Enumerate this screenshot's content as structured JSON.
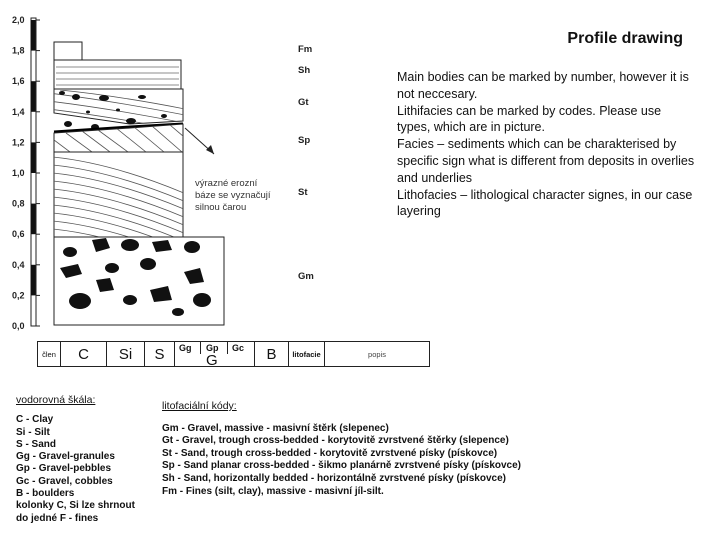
{
  "title": "Profile drawing",
  "notes": [
    "Main bodies can be marked by number, however it is not neccesary.",
    "Lithifacies  can be marked by codes. Please use types, which are in picture.",
    "Facies – sediments which can be charakterised by specific sign what is different from deposits in overlies and underlies",
    "Lithofacies – lithological character signes, in our case layering"
  ],
  "axis": {
    "ticks": [
      "2,0",
      "1,8",
      "1,6",
      "1,4",
      "1,2",
      "1,0",
      "0,8",
      "0,6",
      "0,4",
      "0,2",
      "0,0"
    ]
  },
  "facies_codes": [
    "Fm",
    "Sh",
    "Gt",
    "Sp",
    "St",
    "Gm"
  ],
  "annotation": [
    "výrazné erozní",
    "báze se vyznačují",
    "silnou čarou"
  ],
  "grain_bar": {
    "label": "člen",
    "columns": [
      "C",
      "Si",
      "S",
      "Gg",
      "Gp",
      "Gc",
      "G",
      "B"
    ],
    "litofacie": "litofacie",
    "popis": "popis"
  },
  "left_legend": {
    "header": "vodorovná škála:",
    "lines": [
      "C - Clay",
      "Si - Silt",
      "S - Sand",
      "Gg - Gravel-granules",
      "Gp - Gravel-pebbles",
      "Gc - Gravel, cobbles",
      "B - boulders",
      "kolonky C, Si lze shrnout",
      "do jedné F - fines"
    ]
  },
  "right_legend": {
    "header": "litofaciální kódy:",
    "lines": [
      "Gm - Gravel, massive - masivní štěrk (slepenec)",
      "Gt - Gravel, trough cross-bedded - korytovitě zvrstvené štěrky (slepence)",
      "St - Sand, trough cross-bedded - korytovitě zvrstvené písky (pískovce)",
      "Sp - Sand planar cross-bedded - šikmo planárně zvrstvené písky (pískovce)",
      "Sh - Sand, horizontally bedded - horizontálně zvrstvené písky (pískovce)",
      "Fm - Fines (silt, clay), massive - masivní jíl-silt."
    ]
  }
}
